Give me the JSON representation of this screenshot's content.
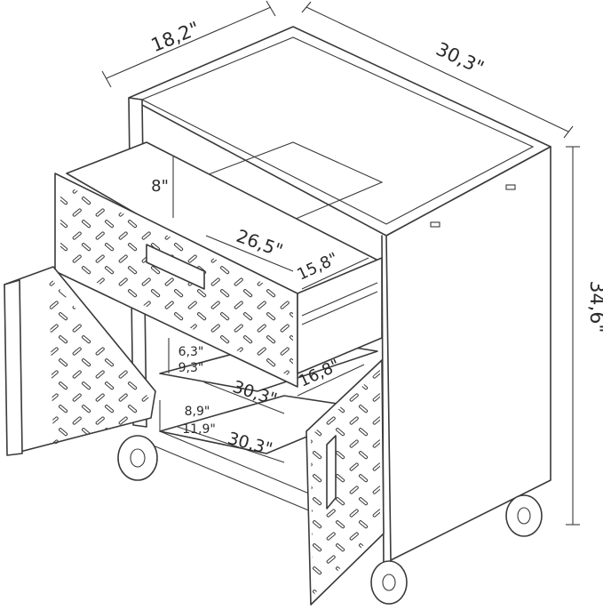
{
  "dimensions": {
    "depth": "18,2\"",
    "width": "30,3\"",
    "height": "34,6\"",
    "drawer_height": "8\"",
    "drawer_length": "26,5\"",
    "drawer_depth": "15,8\"",
    "shelf_gap_upper_a": "6,3\"",
    "shelf_gap_upper_b": "9,3\"",
    "shelf_width_upper": "30,3\"",
    "shelf_depth": "16,8\"",
    "shelf_gap_lower_a": "8,9\"",
    "shelf_gap_lower_b": "11,9\"",
    "shelf_width_lower": "30,3\""
  },
  "colors": {
    "line": "#3a3a3a",
    "background": "#ffffff"
  }
}
